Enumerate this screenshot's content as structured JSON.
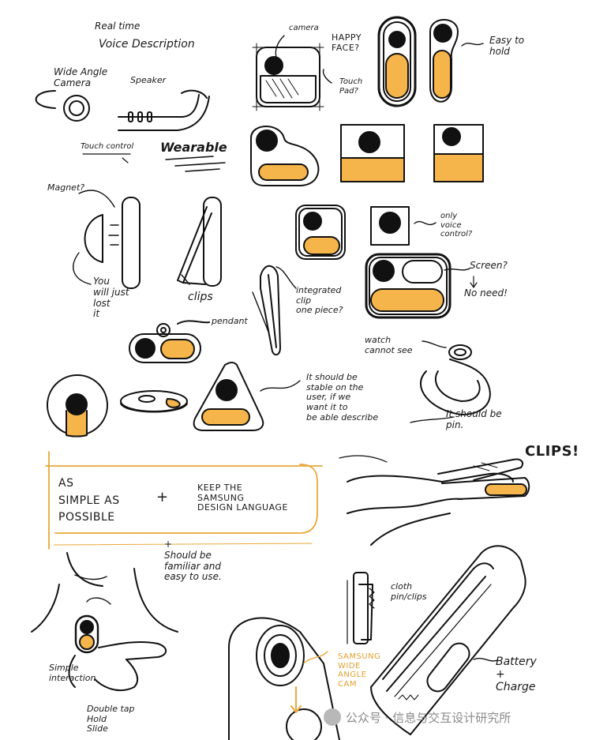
{
  "notes": {
    "real_time": "Real time",
    "voice_description": "Voice Description",
    "wide_angle_camera": "Wide Angle\nCamera",
    "speaker": "Speaker",
    "touch_control": "Touch control",
    "wearable": "Wearable",
    "magnet": "Magnet?",
    "you_will_just_lost_it": "You\nwill  just\nlost\nit",
    "clips": "clips",
    "pendant": "pendant",
    "camera": "camera",
    "happy_face": "HAPPY\nFACE?",
    "touch_pad": "Touch\nPad?",
    "easy_to_hold": "Easy to\nhold",
    "only_voice_control": "only\nvoice\ncontrol?",
    "screen": "Screen?",
    "no_need": "No need!",
    "integrated_clip": "integrated\nclip\none piece?",
    "watch_cannot_see": "watch\ncannot see",
    "stable_on_user": "It should be\nstable on the\nuser, if we\nwant it to\nbe able describe",
    "it_should_be_pin": "It should be\npin.",
    "clips_big": "CLIPS!",
    "as_simple": "AS\nSIMPLE AS\nPOSSIBLE",
    "plus": "+",
    "keep_samsung": "KEEP THE\nSAMSUNG\nDESIGN LANGUAGE",
    "should_be_familiar": "+\nShould be\nfamiliar and\neasy to use.",
    "cloth_pin": "cloth\npin/clips",
    "simple_interaction": "Simple\ninteraction",
    "double_tap": "Double tap\nHold\nSlide",
    "samsung_cam": "SAMSUNG\nWIDE\nANGLE\nCAM",
    "battery_charge": "Battery\n+\nCharge"
  },
  "watermark": "公众号 · 信息与交互设计研究所",
  "colors": {
    "accent": "#F5B54A",
    "ink": "#111111"
  }
}
